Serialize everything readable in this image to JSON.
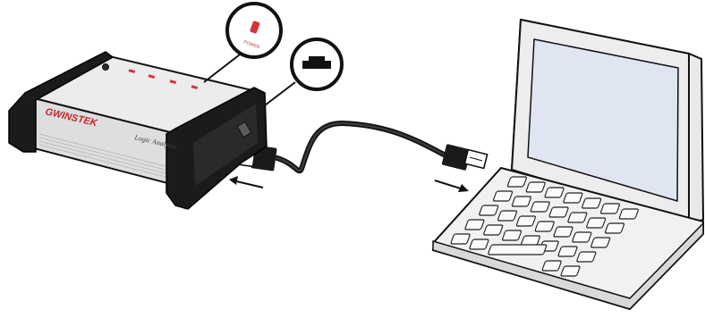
{
  "device": {
    "brand": "GWINSTEK",
    "model": "Logic Analyzer",
    "power_label": "POWER",
    "indicator_color": "#d7323a",
    "icon": "logic-analyzer-device"
  },
  "callouts": {
    "power_led_icon": "power-led-zoom",
    "usb_port_icon": "usb-port-zoom"
  },
  "cable": {
    "icon": "usb-cable",
    "device_end_arrow": "arrow-left",
    "pc_end_arrow": "arrow-right"
  },
  "computer": {
    "icon": "laptop",
    "screen_color": "#dfe6f2"
  }
}
